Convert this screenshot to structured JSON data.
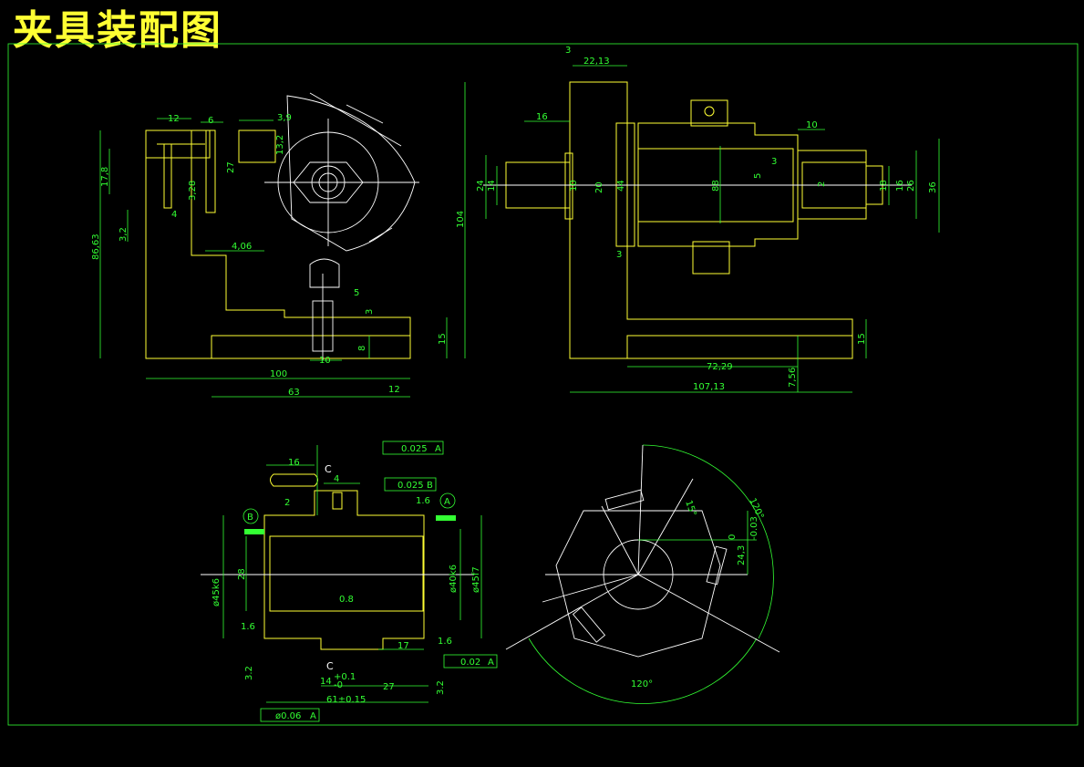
{
  "title": "夹具装配图",
  "colors": {
    "background": "#000000",
    "frame": "#33ff33",
    "outline": "#ffff33",
    "centerline": "#ffffff",
    "title": "#ffff33"
  },
  "view1": {
    "dims": [
      "12",
      "6",
      "3,9",
      "17,8",
      "86,63",
      "3,2",
      "27",
      "3,28",
      "13,2",
      "4,06",
      "5",
      "3",
      "10",
      "8",
      "15",
      "100",
      "63",
      "12",
      "4"
    ]
  },
  "view2": {
    "dims": [
      "3",
      "22,13",
      "16",
      "10",
      "104",
      "24",
      "14",
      "10",
      "20",
      "44",
      "88",
      "3",
      "5",
      "2",
      "18",
      "16",
      "26",
      "36",
      "3",
      "15",
      "72,29",
      "7,56",
      "107,13"
    ]
  },
  "view3": {
    "dims": [
      "16",
      "4",
      "2",
      "28",
      "ø45k6",
      "ø40k6",
      "ø45f7",
      "17",
      "27",
      "14",
      "61±0.15",
      "0.8",
      "1.6",
      "1.6",
      "1.6",
      "3.2",
      "3.2"
    ],
    "labels": [
      "C",
      "C",
      "B",
      "A"
    ],
    "tolerances": [
      "0.025",
      "A",
      "0.025",
      "B",
      "0.02",
      "A",
      "ø0.06",
      "A"
    ],
    "tol_sub": [
      "+0.1",
      "-0"
    ]
  },
  "view4": {
    "dims": [
      "15°",
      "120°",
      "120°",
      "0",
      "24,3",
      "-0.03"
    ]
  }
}
